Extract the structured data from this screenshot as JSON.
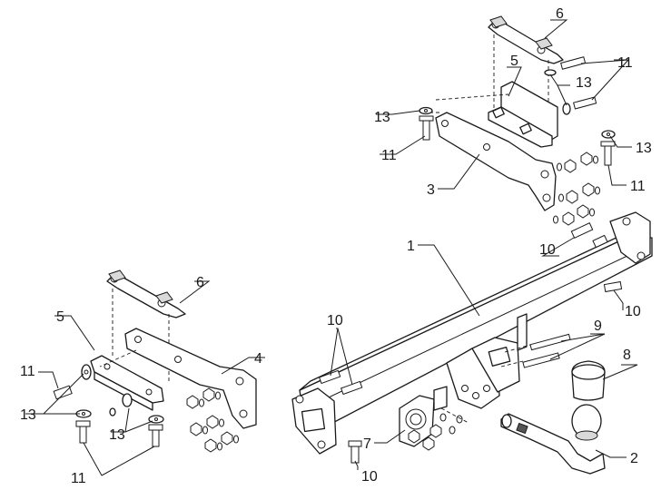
{
  "diagram": {
    "callouts": {
      "c1": "1",
      "c2": "2",
      "c3": "3",
      "c4": "4",
      "c5_top": "5",
      "c5_left": "5",
      "c6_top": "6",
      "c6_left": "6",
      "c7": "7",
      "c8": "8",
      "c9": "9",
      "c10_mid": "10",
      "c10_left": "10",
      "c10_bottom": "10",
      "c10_right": "10",
      "c11_top_right": "11",
      "c11_top_left": "11",
      "c11_right": "11",
      "c11_left": "11",
      "c11_bottom": "11",
      "c13_top_mid": "13",
      "c13_top_left": "13",
      "c13_right": "13",
      "c13_left": "13",
      "c13_mid": "13"
    }
  }
}
